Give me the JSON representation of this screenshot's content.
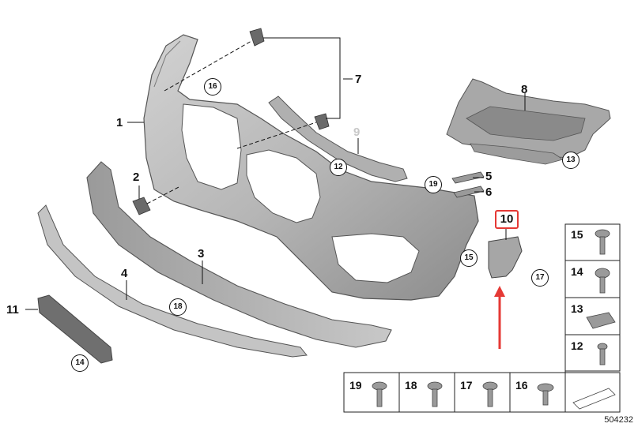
{
  "callouts": {
    "p1": "1",
    "p2": "2",
    "p3": "3",
    "p4": "4",
    "p5": "5",
    "p6": "6",
    "p7": "7",
    "p8": "8",
    "p9": "9",
    "p10": "10",
    "p11": "11",
    "c12": "12",
    "c13": "13",
    "c14": "14",
    "c15": "15",
    "c16": "16",
    "c17": "17",
    "c18": "18",
    "c19": "19"
  },
  "fastener_table": {
    "right_column": [
      "15",
      "14",
      "13",
      "12"
    ],
    "bottom_row": [
      "19",
      "18",
      "17",
      "16"
    ]
  },
  "diagram_id": "504232",
  "colors": {
    "part_fill": "#b9b9b9",
    "part_shade": "#8e8e8e",
    "highlight_box": "#e53935",
    "arrow": "#e53935"
  }
}
